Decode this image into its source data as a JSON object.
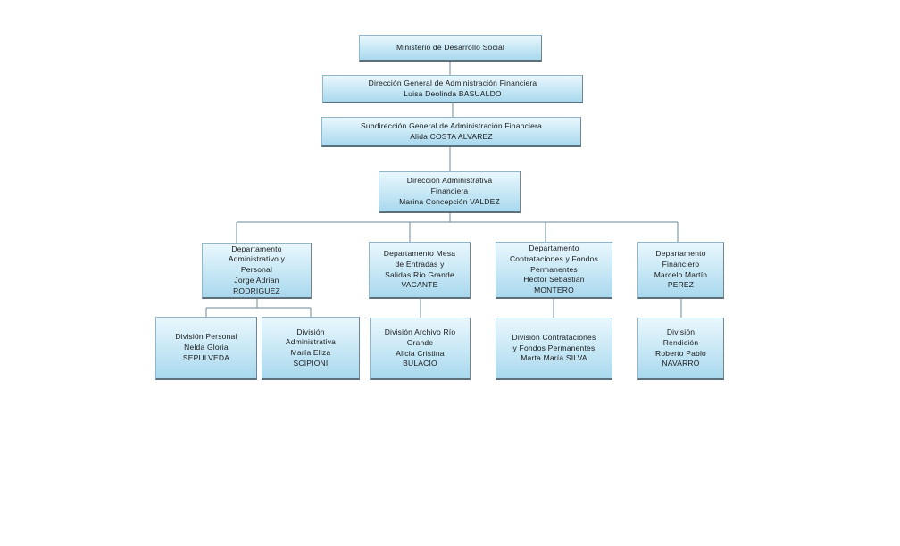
{
  "nodes": {
    "ministerio": {
      "title": "Ministerio de Desarrollo Social"
    },
    "dgaf": {
      "title": "Dirección General de Administración Financiera",
      "person": "Luisa Deolinda BASUALDO"
    },
    "sgaf": {
      "title": "Subdirección General de Administración Financiera",
      "person": "Alida COSTA ALVAREZ"
    },
    "daf": {
      "title_1": "Dirección Administrativa",
      "title_2": "Financiera",
      "person": "Marina Concepción VALDEZ"
    },
    "dep_admin": {
      "title_1": "Departamento",
      "title_2": "Administrativo y",
      "title_3": "Personal",
      "person_1": "Jorge Adrian",
      "person_2": "RODRIGUEZ"
    },
    "dep_mesa": {
      "title_1": "Departamento Mesa",
      "title_2": "de Entradas y",
      "title_3": "Salidas Río Grande",
      "person": "VACANTE"
    },
    "dep_contrat": {
      "title_1": "Departamento",
      "title_2": "Contrataciones y Fondos",
      "title_3": "Permanentes",
      "person_1": "Héctor Sebastián",
      "person_2": "MONTERO"
    },
    "dep_fin": {
      "title_1": "Departamento",
      "title_2": "Financiero",
      "person_1": "Marcelo Martín",
      "person_2": "PEREZ"
    },
    "div_personal": {
      "title": "División Personal",
      "person_1": "Nelda Gloria",
      "person_2": "SEPULVEDA"
    },
    "div_admin": {
      "title_1": "División",
      "title_2": "Administrativa",
      "person_1": "María Eliza",
      "person_2": "SCIPIONI"
    },
    "div_archivo": {
      "title_1": "División Archivo Río",
      "title_2": "Grande",
      "person_1": "Alicia Cristina",
      "person_2": "BULACIO"
    },
    "div_contrat": {
      "title_1": "División Contrataciones",
      "title_2": "y Fondos Permanentes",
      "person": "Marta María SILVA"
    },
    "div_rendicion": {
      "title_1": "División",
      "title_2": "Rendición",
      "person_1": "Roberto Pablo",
      "person_2": "NAVARRO"
    }
  },
  "colors": {
    "box_top": "#e9f7fd",
    "box_bottom": "#a9d8ee",
    "connector": "#6b8794",
    "text": "#1a1a1a"
  }
}
